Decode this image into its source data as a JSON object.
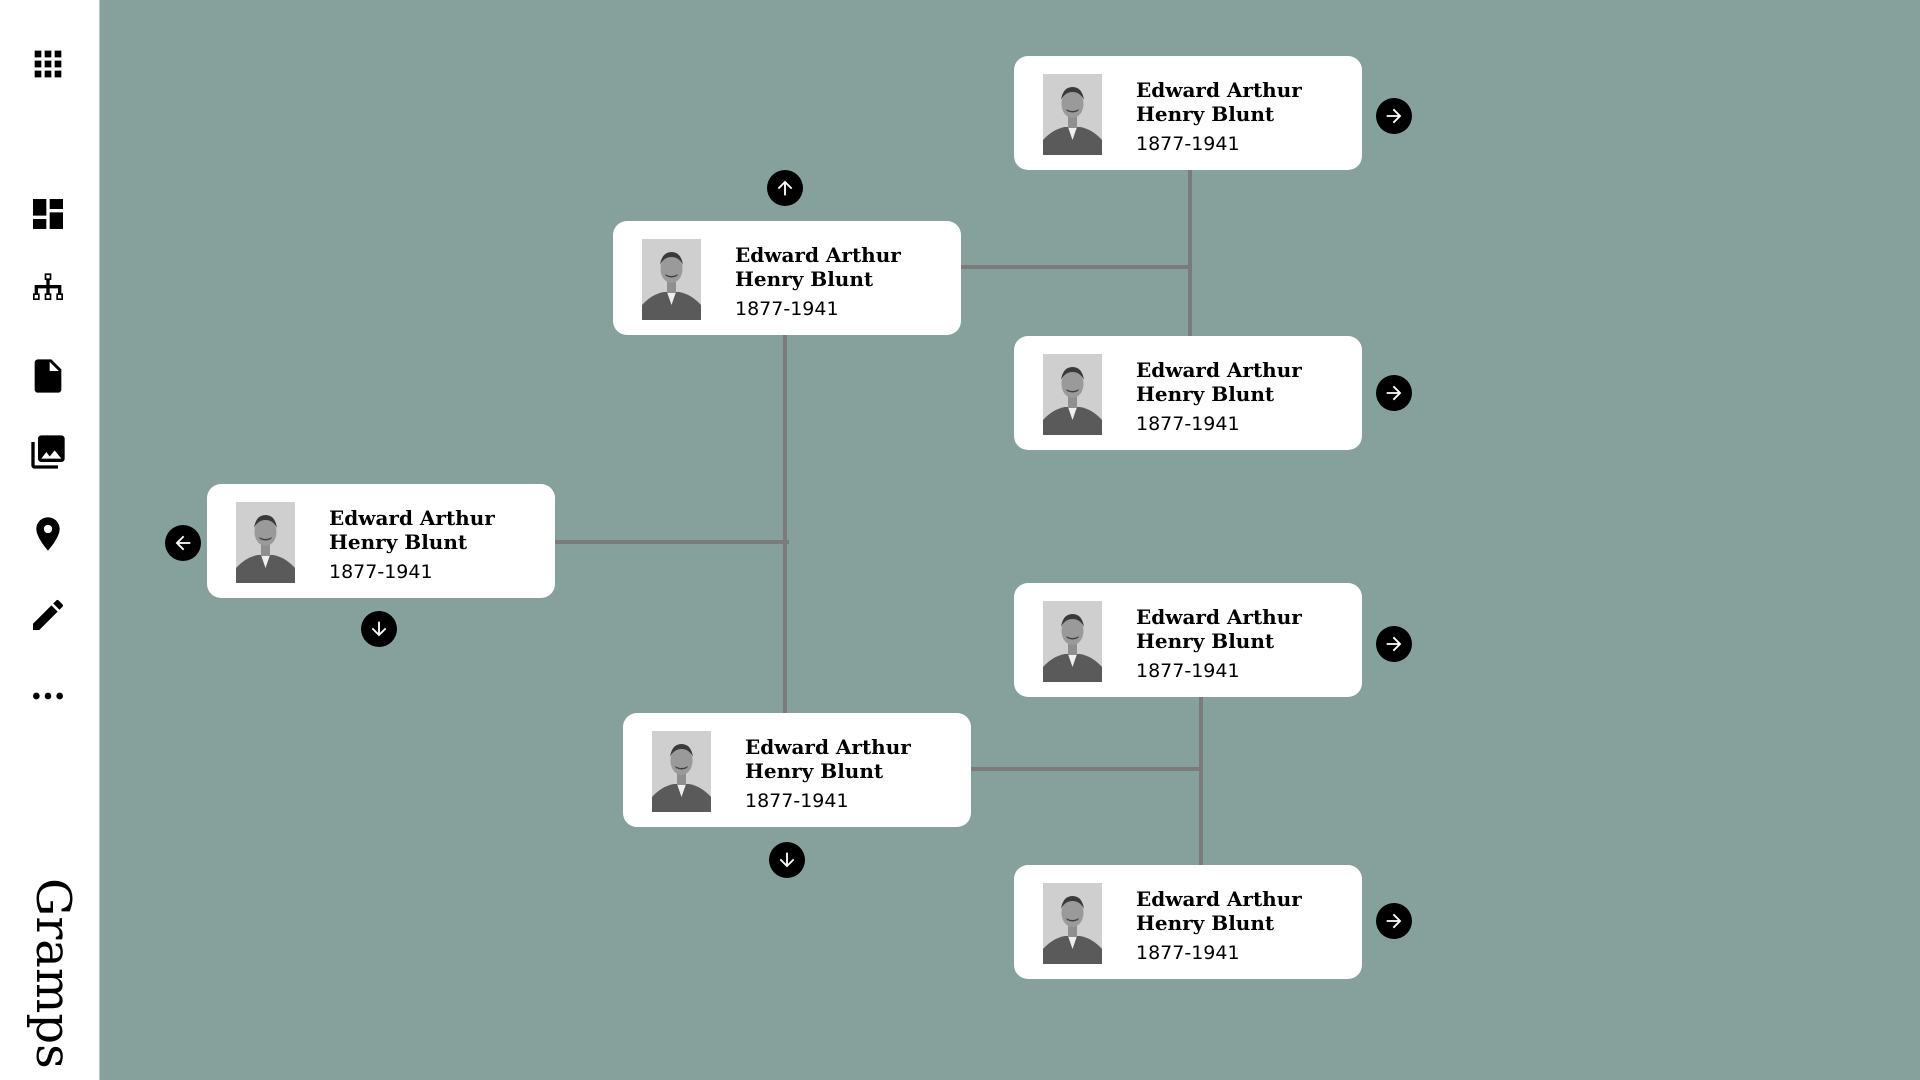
{
  "app": {
    "name": "Gramps"
  },
  "sidebar": {
    "items": [
      {
        "icon": "apps-grid-icon"
      },
      {
        "icon": "dashboard-icon"
      },
      {
        "icon": "family-tree-icon"
      },
      {
        "icon": "document-icon"
      },
      {
        "icon": "media-gallery-icon"
      },
      {
        "icon": "location-pin-icon"
      },
      {
        "icon": "edit-pencil-icon"
      },
      {
        "icon": "more-horizontal-icon"
      }
    ]
  },
  "tree": {
    "people": [
      {
        "id": "focus",
        "name": "Edward Arthur Henry Blunt",
        "dates": "1877-1941"
      },
      {
        "id": "father",
        "name": "Edward Arthur Henry Blunt",
        "dates": "1877-1941"
      },
      {
        "id": "mother",
        "name": "Edward Arthur Henry Blunt",
        "dates": "1877-1941"
      },
      {
        "id": "paternal-grandfather",
        "name": "Edward Arthur Henry Blunt",
        "dates": "1877-1941"
      },
      {
        "id": "paternal-grandmother",
        "name": "Edward Arthur Henry Blunt",
        "dates": "1877-1941"
      },
      {
        "id": "maternal-grandfather",
        "name": "Edward Arthur Henry Blunt",
        "dates": "1877-1941"
      },
      {
        "id": "maternal-grandmother",
        "name": "Edward Arthur Henry Blunt",
        "dates": "1877-1941"
      }
    ]
  },
  "colors": {
    "canvas_background": "#86a09b",
    "card_background": "#ffffff",
    "connector": "#7b7b7b",
    "nav_button": "#000000"
  }
}
